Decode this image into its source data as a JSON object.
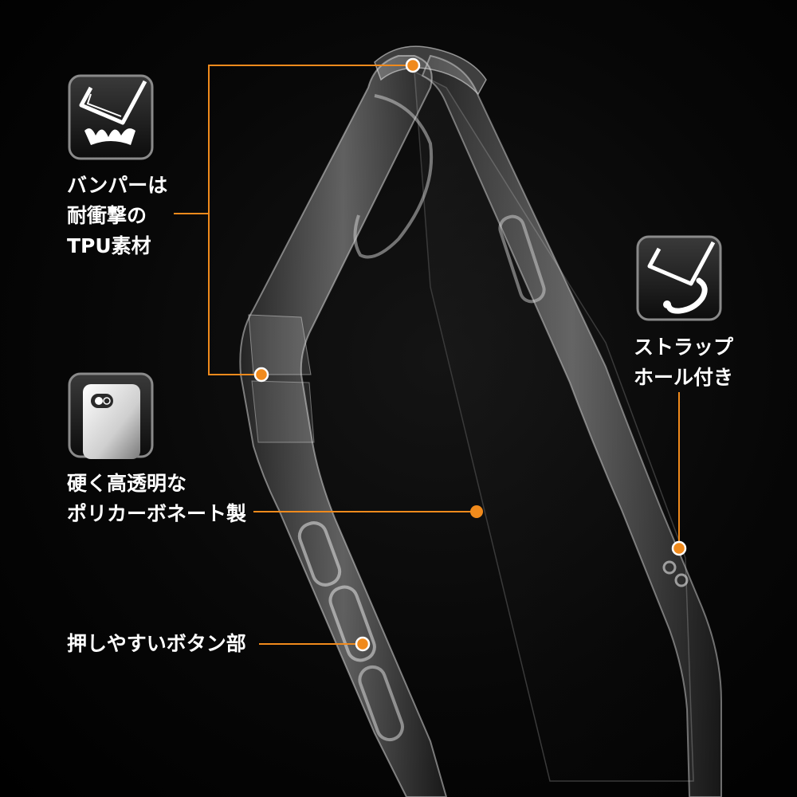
{
  "features": {
    "bumper": {
      "icon": "shock-absorb-icon",
      "lines": [
        "バンパーは",
        "耐衝撃の",
        "TPU素材"
      ]
    },
    "polycarbonate": {
      "icon": "clear-back-panel-icon",
      "lines": [
        "硬く高透明な",
        "ポリカーボネート製"
      ]
    },
    "buttons": {
      "lines": [
        "押しやすいボタン部"
      ]
    },
    "strap": {
      "icon": "strap-hole-icon",
      "lines": [
        "ストラップ",
        "ホール付き"
      ]
    }
  },
  "colors": {
    "background": "#000000",
    "accent": "#f08a1c",
    "text": "#ffffff",
    "icon_frame": "#8a8a8a"
  }
}
